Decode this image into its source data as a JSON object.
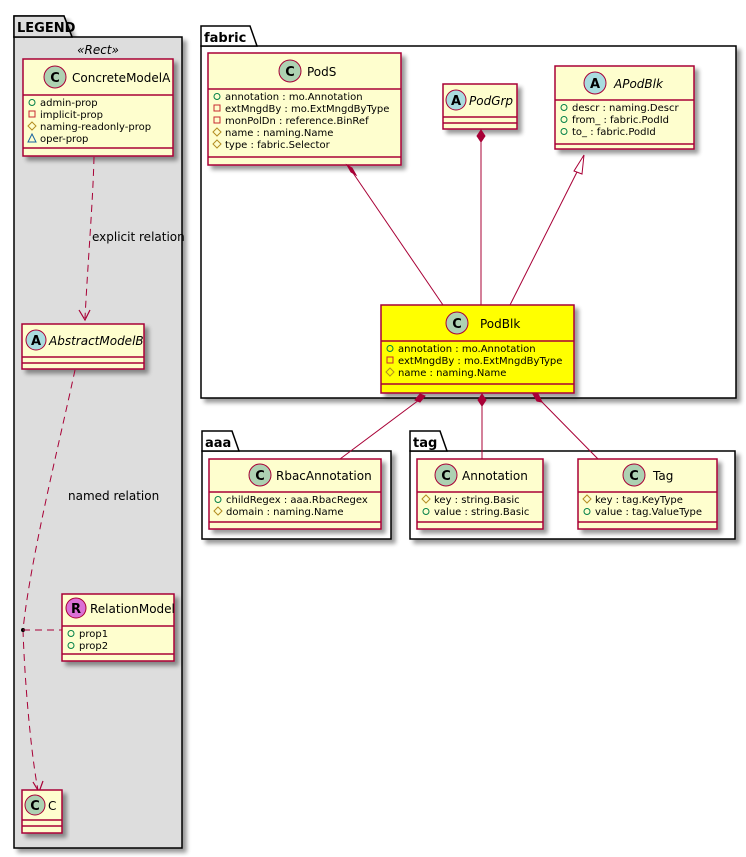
{
  "colors": {
    "class_fill": "#FEFECE",
    "class_border": "#A80036",
    "highlight_fill": "#FFFF00",
    "legend_fill": "#DDDDDD",
    "spot_class": "#ADD1B2",
    "spot_abstract": "#A9DCDF",
    "spot_relation": "#DA70D6",
    "vis_public": "#038048",
    "vis_private": "#C82930",
    "vis_protected": "#B38D22",
    "vis_package": "#1963A0"
  },
  "legend": {
    "title": "LEGEND",
    "stereotype": "«Rect»",
    "concrete": {
      "name": "ConcreteModelA",
      "spot": "C",
      "attrs": [
        {
          "vis": "public",
          "text": "admin-prop"
        },
        {
          "vis": "private",
          "text": "implicit-prop"
        },
        {
          "vis": "protected",
          "text": "naming-readonly-prop"
        },
        {
          "vis": "package",
          "text": "oper-prop"
        }
      ]
    },
    "abstract": {
      "name": "AbstractModelB",
      "spot": "A"
    },
    "relation_model": {
      "name": "RelationModel",
      "spot": "R",
      "attrs": [
        {
          "vis": "public",
          "text": "prop1"
        },
        {
          "vis": "public",
          "text": "prop2"
        }
      ]
    },
    "c": {
      "name": "C",
      "spot": "C"
    },
    "explicit_label": "explicit relation",
    "named_label": "named relation"
  },
  "packages": {
    "fabric": "fabric",
    "aaa": "aaa",
    "tag": "tag"
  },
  "classes": {
    "pods": {
      "name": "PodS",
      "spot": "C",
      "attrs": [
        {
          "vis": "public",
          "text": "annotation : mo.Annotation"
        },
        {
          "vis": "private",
          "text": "extMngdBy : mo.ExtMngdByType"
        },
        {
          "vis": "private",
          "text": "monPolDn : reference.BinRef"
        },
        {
          "vis": "protected",
          "text": "name : naming.Name"
        },
        {
          "vis": "protected",
          "text": "type : fabric.Selector"
        }
      ]
    },
    "podgrp": {
      "name": "PodGrp",
      "spot": "A",
      "attrs": []
    },
    "apodblk": {
      "name": "APodBlk",
      "spot": "A",
      "attrs": [
        {
          "vis": "public",
          "text": "descr : naming.Descr"
        },
        {
          "vis": "public",
          "text": "from_ : fabric.PodId"
        },
        {
          "vis": "public",
          "text": "to_ : fabric.PodId"
        }
      ]
    },
    "podblk": {
      "name": "PodBlk",
      "spot": "C",
      "attrs": [
        {
          "vis": "public",
          "text": "annotation : mo.Annotation"
        },
        {
          "vis": "private",
          "text": "extMngdBy : mo.ExtMngdByType"
        },
        {
          "vis": "protected",
          "text": "name : naming.Name"
        }
      ]
    },
    "rbac": {
      "name": "RbacAnnotation",
      "spot": "C",
      "attrs": [
        {
          "vis": "public",
          "text": "childRegex : aaa.RbacRegex"
        },
        {
          "vis": "protected",
          "text": "domain : naming.Name"
        }
      ]
    },
    "annotation": {
      "name": "Annotation",
      "spot": "C",
      "attrs": [
        {
          "vis": "protected",
          "text": "key : string.Basic"
        },
        {
          "vis": "public",
          "text": "value : string.Basic"
        }
      ]
    },
    "tag": {
      "name": "Tag",
      "spot": "C",
      "attrs": [
        {
          "vis": "protected",
          "text": "key : tag.KeyType"
        },
        {
          "vis": "public",
          "text": "value : tag.ValueType"
        }
      ]
    }
  }
}
